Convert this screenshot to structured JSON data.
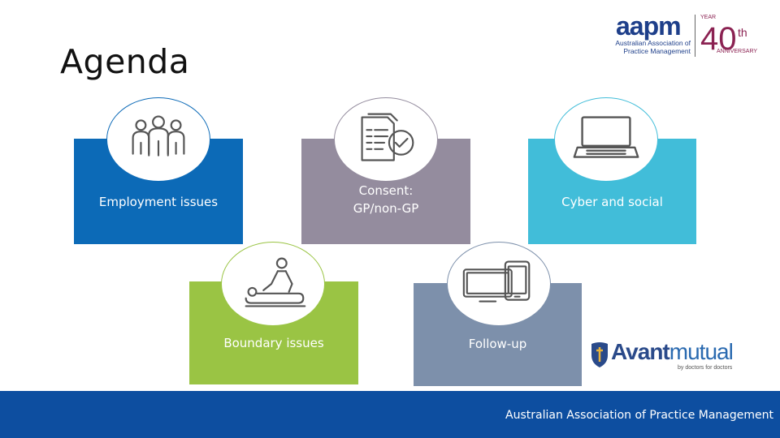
{
  "slide": {
    "title": "Agenda"
  },
  "logos": {
    "aapm": {
      "wordmark": "aapm",
      "subtitle_line1": "Australian Association of",
      "subtitle_line2": "Practice Management",
      "anniversary_number": "40",
      "anniversary_suffix": "th",
      "anniversary_top": "YEAR",
      "anniversary_bottom": "ANNIVERSARY",
      "color": "#1e3f8a",
      "accent": "#8b2252"
    },
    "avant": {
      "wordmark_bold": "Avant",
      "wordmark_light": "mutual",
      "tagline": "by doctors for doctors",
      "color": "#2a4a8a"
    }
  },
  "agenda_items": [
    {
      "label": "Employment issues",
      "icon": "people-group-icon",
      "color": "#0c6ab7"
    },
    {
      "label_line1": "Consent:",
      "label_line2": "GP/non-GP",
      "icon": "document-checklist-icon",
      "color": "#948c9e"
    },
    {
      "label": "Cyber and social",
      "icon": "laptop-icon",
      "color": "#41bdd9"
    },
    {
      "label": "Boundary issues",
      "icon": "massage-therapy-icon",
      "color": "#9ac444"
    },
    {
      "label": "Follow-up",
      "icon": "devices-icon",
      "color": "#7d90ab"
    }
  ],
  "footer": {
    "text": "Australian Association of Practice Management",
    "color": "#0d4ea0"
  }
}
